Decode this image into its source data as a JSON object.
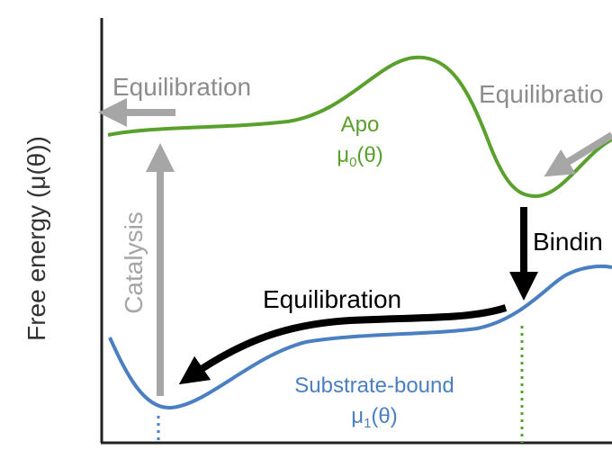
{
  "axis": {
    "ylabel": "Free energy (μ(θ))"
  },
  "curves": {
    "apo": {
      "name": "Apo",
      "symbol": "μ",
      "subscript": "0",
      "arg": "(θ)",
      "color": "#5aa02c"
    },
    "bound": {
      "name": "Substrate-bound",
      "symbol": "μ",
      "subscript": "1",
      "arg": "(θ)",
      "color": "#4a7fc1"
    }
  },
  "arrows": {
    "equilibration_top_left": "Equilibration",
    "equilibration_top_right": "Equilibratio",
    "equilibration_bottom": "Equilibration",
    "binding": "Bindin",
    "catalysis": "Catalysis"
  },
  "colors": {
    "gray_arrow": "#a6a6a6",
    "gray_text": "#8c8c8c",
    "black": "#000000",
    "axis": "#222222"
  }
}
